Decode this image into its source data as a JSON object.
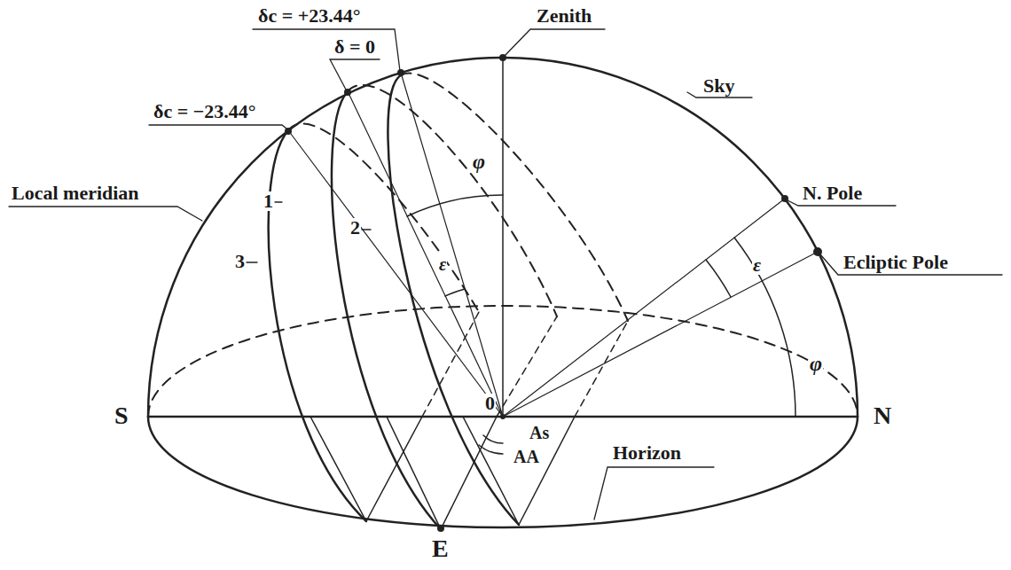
{
  "diagram": {
    "labels": [
      "δc = +23.44°",
      "Zenith",
      "δ = 0",
      "Sky",
      "δc = −23.44°",
      "Local meridian",
      "1",
      "2",
      "φ",
      "N. Pole",
      "3",
      "ε",
      "Ecliptic Pole",
      "ε",
      "φ",
      "S",
      "0",
      "N",
      "As",
      "AA",
      "Horizon",
      "E"
    ]
  }
}
